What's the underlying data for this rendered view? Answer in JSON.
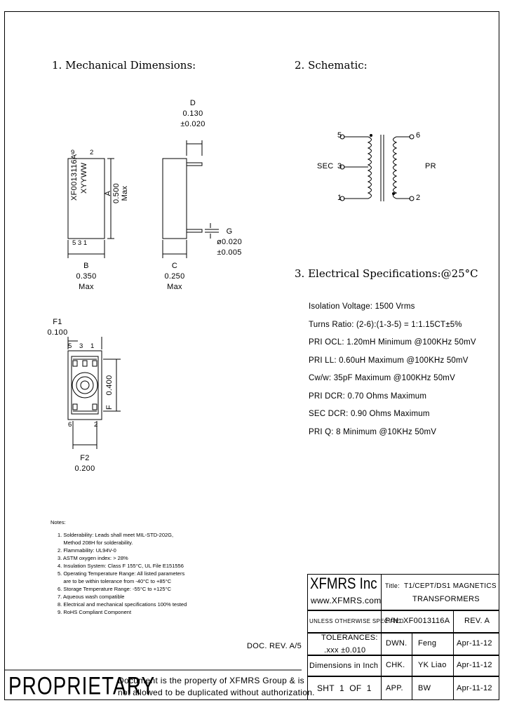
{
  "sections": {
    "mechanical": "1. Mechanical Dimensions:",
    "schematic": "2. Schematic:",
    "electrical": "3. Electrical Specifications:@25°C"
  },
  "part_marking": {
    "line1": "XF0013116A",
    "line2": "XYYWW",
    "pin9": "9",
    "pin2": "2",
    "pins_bottom": "5 3 1"
  },
  "dims": {
    "A": {
      "label": "A",
      "value": "0.500",
      "note": "Max"
    },
    "B": {
      "label": "B",
      "value": "0.350",
      "note": "Max"
    },
    "C": {
      "label": "C",
      "value": "0.250",
      "note": "Max"
    },
    "D": {
      "label": "D",
      "value": "0.130",
      "tol": "±0.020"
    },
    "G": {
      "label": "G",
      "value": "ø0.020",
      "tol": "±0.005"
    },
    "F": {
      "label": "F",
      "value": "0.400"
    },
    "F1": {
      "label": "F1",
      "value": "0.100"
    },
    "F2": {
      "label": "F2",
      "value": "0.200"
    }
  },
  "footprint_pins": {
    "p5": "5",
    "p3": "3",
    "p1": "1",
    "p6": "6",
    "p2": "2"
  },
  "schematic": {
    "pin5": "5",
    "pin3": "3",
    "pin1": "1",
    "pin6": "6",
    "pin2": "2",
    "sec": "SEC",
    "pri": "PR"
  },
  "specs": [
    "Isolation Voltage: 1500 Vrms",
    "Turns Ratio: (2-6):(1-3-5) = 1:1.15CT±5%",
    "PRI OCL: 1.20mH Minimum @100KHz 50mV",
    "PRI LL: 0.60uH Maximum @100KHz 50mV",
    "Cw/w: 35pF Maximum @100KHz 50mV",
    "PRI DCR: 0.70 Ohms Maximum",
    "SEC DCR: 0.90 Ohms Maximum",
    "PRI Q: 8 Minimum @10KHz 50mV"
  ],
  "notes": {
    "title": "Notes:",
    "items": [
      "1. Solderability: Leads shall meet MIL-STD-202G,",
      "    Method 208H for solderability.",
      "2. Flammability: UL94V-0",
      "3. ASTM oxygen index: > 28%",
      "4. Insulation System: Class F 155°C, UL File E151556",
      "5. Operating Temperature Range: All listed parameters",
      "    are to be within tolerance from -40°C to +85°C",
      "6. Storage Temperature Range: -55°C to +125°C",
      "7. Aqueous wash compatible",
      "8. Electrical and mechanical specifications 100% tested",
      "9. RoHS Compliant Component"
    ]
  },
  "doc_rev": "DOC. REV. A/5",
  "proprietary": {
    "word": "PROPRIETARY",
    "line1": "Document is the property of XFMRS Group & is",
    "line2": "not allowed to be duplicated without authorization."
  },
  "title_block": {
    "company": "XFMRS Inc",
    "website": "www.XFMRS.com",
    "title_label": "Title:",
    "title_line1": "T1/CEPT/DS1 MAGNETICS",
    "title_line2": "TRANSFORMERS",
    "unless": "UNLESS OTHERWISE SPECIFIED",
    "pn": "P/N: XF0013116A",
    "rev": "REV. A",
    "tolerances": "TOLERANCES:",
    "tol_value": ".xxx ±0.010",
    "dims_in": "Dimensions in Inch",
    "sht": "SHT  1  OF  1",
    "dwn": "DWN.",
    "dwn_name": "Feng",
    "dwn_date": "Apr-11-12",
    "chk": "CHK.",
    "chk_name": "YK Liao",
    "chk_date": "Apr-11-12",
    "app": "APP.",
    "app_name": "BW",
    "app_date": "Apr-11-12"
  }
}
